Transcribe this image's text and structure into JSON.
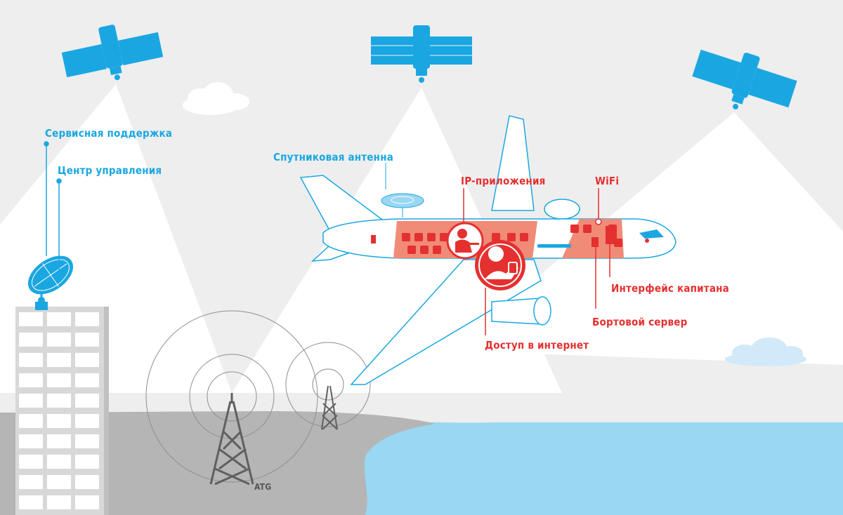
{
  "labels": {
    "service_support": "Сервисная поддержка",
    "control_center": "Центр управления",
    "satellite_antenna": "Спутниковая антенна",
    "ip_apps": "IP-приложения",
    "wifi": "WiFi",
    "captain_interface": "Интерфейс капитана",
    "onboard_server": "Бортовой сервер",
    "internet_access": "Доступ в интернет",
    "atg": "ATG"
  },
  "colors": {
    "background": "#eeeeef",
    "accent_blue": "#1aa7e1",
    "accent_red": "#e53030",
    "sea": "#9ad7f2",
    "land": "#b5b5b5",
    "beam": "#ffffff"
  }
}
